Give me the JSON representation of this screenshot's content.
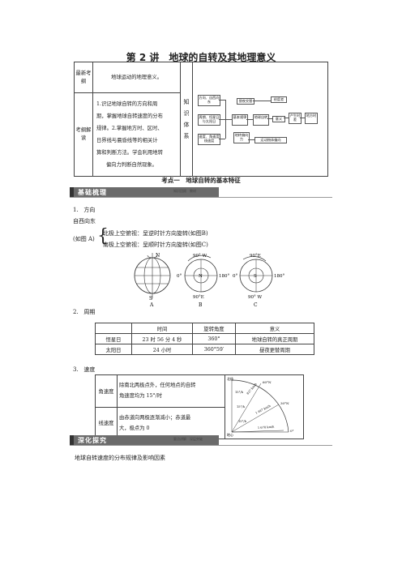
{
  "title": "第 2 讲　地球的自转及其地理意义",
  "outline": {
    "latest_label": "最新考纲",
    "latest_text": "地球运动的地理意义。",
    "kaogang_label": "考纲解读",
    "kaogang_lines": [
      "1.识记地球自转的方向和周",
      "期，掌握地球自转速度的分布",
      "规律。2.掌握地方时、区时、",
      "日界线与晨昏线等的相关计",
      "算和判断方法。学会利用地转",
      "偏向力判断自然现象。"
    ],
    "knowledge_label": [
      "知",
      "识",
      "体",
      "系"
    ],
    "mindmap": {
      "n1": "方向、自西向东",
      "n2": "周期、恒星日与太阳日",
      "n3": "速度、角速度线速度",
      "n4": "昼夜交替",
      "n5": "基本规律",
      "n6": "地球自转",
      "n7": "地转偏向力",
      "n8": "经度差",
      "n9": "意义",
      "n10": "产生时差",
      "n11": "地方时",
      "n12": "运动物体偏向"
    }
  },
  "kaodian": {
    "title": "考点一　地球自转的基本特征"
  },
  "banner1": {
    "label": "基础梳理",
    "sub": "知识回顾　教材"
  },
  "sec1": {
    "num": "1.",
    "label": "方向",
    "line1": "自西向东",
    "prefix": "(如图 A)",
    "north": "北极上空俯视：呈逆时针方向旋转(如图B)",
    "south": "南极上空俯视：呈顺时针方向旋转(如图C)"
  },
  "figs": {
    "a_label": "A",
    "b_label": "B",
    "c_label": "C",
    "a_n": "N",
    "a_s": "S",
    "b_top": "90° W",
    "b_left": "0°",
    "b_right": "180°",
    "b_bottom": "90°E",
    "b_center": "N",
    "c_top": "90°E",
    "c_left": "0°",
    "c_right": "180°",
    "c_bottom": "90° W",
    "c_center": "S"
  },
  "sec2": {
    "num": "2.",
    "label": "周期",
    "headers": [
      "",
      "时间",
      "旋转角度",
      "意义"
    ],
    "rows": [
      [
        "恒星日",
        "23 时 56 分 4 秒",
        "360°",
        "地球自转的真正周期"
      ],
      [
        "太阳日",
        "24 小时",
        "360°59′",
        "昼夜更替周期"
      ]
    ]
  },
  "sec3": {
    "num": "3.",
    "label": "速度",
    "angular_label": "角速度",
    "angular_text1": "除南北两极点外，任何地点的自转",
    "angular_text2": "角速度均为 15°/时",
    "linear_label": "线速度",
    "linear_text1": "由赤道向两极逐渐减小；赤道最",
    "linear_text2": "大，极点为 0",
    "fig_labels": {
      "pole": "北极",
      "center": "地心",
      "l60": "60°N",
      "l30": "30°N",
      "e0": "0°",
      "a1": "15°/h",
      "a2": "15°/h",
      "a3": "15°/h",
      "v1": "837 km/h",
      "v2": "1 447 km/h",
      "v3": "1 670 km/h"
    }
  },
  "banner2": {
    "label": "深化探究",
    "sub": "要点讲解　深层突破"
  },
  "tail": {
    "text": "地球自转速度的分布规律及影响因素"
  }
}
